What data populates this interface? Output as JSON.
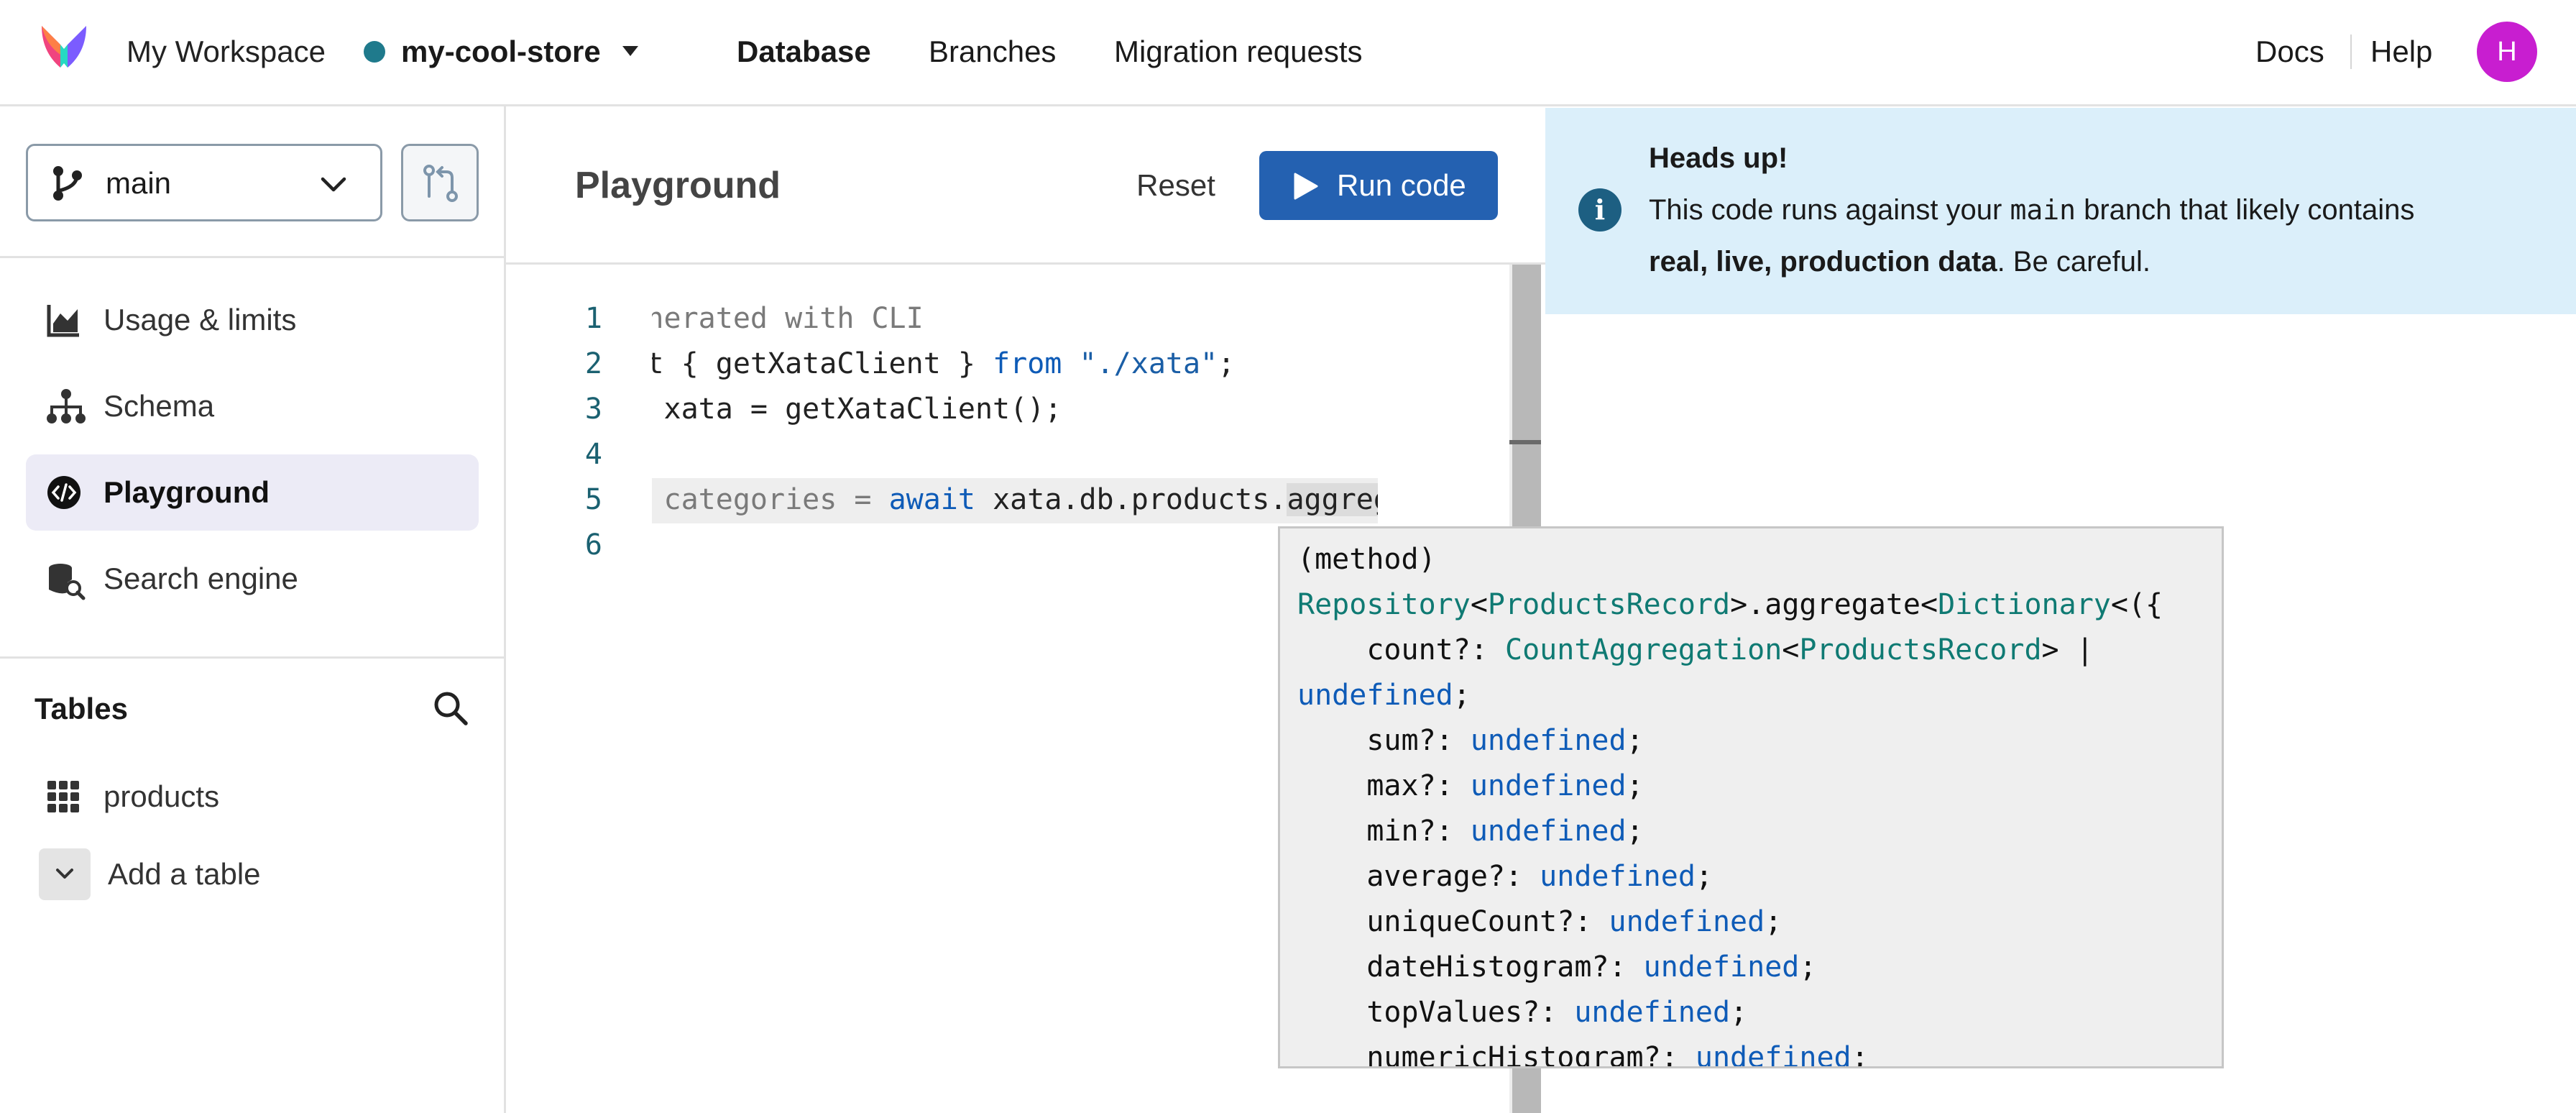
{
  "topbar": {
    "workspace": "My Workspace",
    "database": "my-cool-store",
    "nav": {
      "database": "Database",
      "branches": "Branches",
      "migration_requests": "Migration requests"
    },
    "docs": "Docs",
    "help": "Help",
    "avatar_initial": "H"
  },
  "sidebar": {
    "branch": "main",
    "items": [
      {
        "label": "Usage & limits",
        "icon": "chart-icon"
      },
      {
        "label": "Schema",
        "icon": "schema-icon"
      },
      {
        "label": "Playground",
        "icon": "code-icon",
        "active": true
      },
      {
        "label": "Search engine",
        "icon": "search-engine-icon"
      }
    ],
    "tables_heading": "Tables",
    "tables": [
      {
        "label": "products"
      }
    ],
    "add_table": "Add a table"
  },
  "main": {
    "title": "Playground",
    "reset": "Reset",
    "run": "Run code"
  },
  "alert": {
    "title": "Heads up!",
    "line1_pre": "This code runs against your ",
    "line1_code": "main",
    "line1_post": " branch that likely contains",
    "line2_bold": "real, live, production data",
    "line2_post": ". Be careful."
  },
  "editor": {
    "line_numbers": [
      "1",
      "2",
      "3",
      "4",
      "5",
      "6"
    ],
    "lines": {
      "l1": "// Generated with CLI",
      "l2_a": "import { getXataClient } ",
      "l2_kw": "from",
      "l2_b": " ",
      "l2_str": "\"./xata\"",
      "l2_c": ";",
      "l3": "const xata = getXataClient();",
      "l5_a": "const categories = ",
      "l5_kw": "await",
      "l5_b": " xata.db.products.",
      "l5_hl": "aggregate",
      "l5_c": "(",
      "l5_d": ")"
    }
  },
  "tooltip": {
    "l1": "(method)",
    "l2_t1": "Repository",
    "l2_p1": "<",
    "l2_t2": "ProductsRecord",
    "l2_p2": ">.aggregate<",
    "l2_t3": "Dictionary",
    "l2_p3": "<({",
    "l3_a": "    count?: ",
    "l3_t1": "CountAggregation",
    "l3_p1": "<",
    "l3_t2": "ProductsRecord",
    "l3_p2": "> |",
    "l4_u": "undefined",
    "l4_p": ";",
    "props": [
      {
        "name": "    sum?: ",
        "type": "undefined"
      },
      {
        "name": "    max?: ",
        "type": "undefined"
      },
      {
        "name": "    min?: ",
        "type": "undefined"
      },
      {
        "name": "    average?: ",
        "type": "undefined"
      },
      {
        "name": "    uniqueCount?: ",
        "type": "undefined"
      },
      {
        "name": "    dateHistogram?: ",
        "type": "undefined"
      },
      {
        "name": "    topValues?: ",
        "type": "undefined"
      },
      {
        "name": "    numericHistogram?: ",
        "type": "undefined"
      }
    ],
    "semicolon": ";"
  }
}
